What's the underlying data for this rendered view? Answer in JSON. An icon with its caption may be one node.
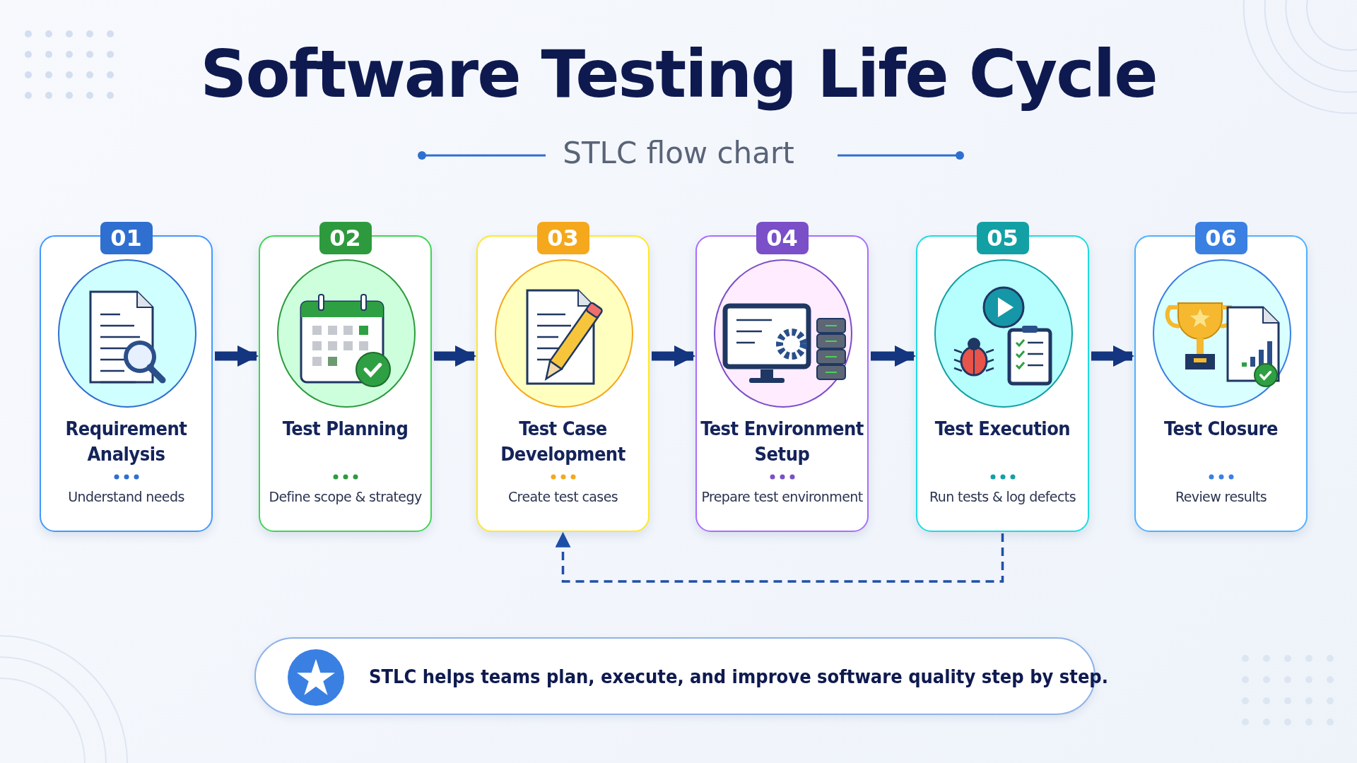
{
  "diagram": {
    "title": "Software Testing Life Cycle",
    "nodes": [
      {
        "text": [
          "01",
          "Requirement Analysis",
          "Understand needs"
        ]
      },
      {
        "text": [
          "02",
          "Test Planning",
          "Define scope & strategy"
        ]
      },
      {
        "text": [
          "03",
          "Test Case Development",
          "Create test cases"
        ]
      },
      {
        "text": [
          "04",
          "Test Environment Setup",
          "Prepare test environment"
        ]
      },
      {
        "text": [
          "05",
          "Test Execution",
          "Run tests & log defects"
        ]
      },
      {
        "text": [
          "06",
          "Test Closure",
          "Review results"
        ]
      },
      {
        "text": [
          "STLC helps teams plan, execute, and improve software quality step by step."
        ]
      }
    ],
    "edges": [
      {
        "from": 0,
        "to": 1,
        "arrow": "to"
      },
      {
        "from": 1,
        "to": 2,
        "arrow": "to"
      },
      {
        "from": 2,
        "to": 3,
        "arrow": "to"
      },
      {
        "from": 3,
        "to": 4,
        "arrow": "to"
      },
      {
        "from": 4,
        "to": 5,
        "arrow": "to"
      },
      {
        "from": 4,
        "to": 2,
        "arrow": "to",
        "style": "dashed",
        "color": "#1f4fa8"
      }
    ],
    "labels": [
      "STLC flow chart"
    ]
  }
}
